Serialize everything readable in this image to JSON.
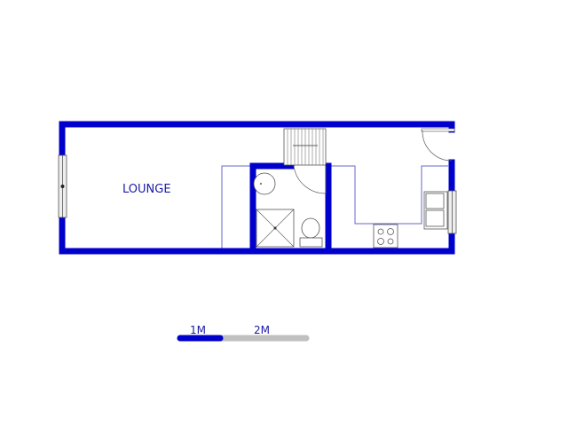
{
  "rooms": {
    "lounge": "LOUNGE"
  },
  "scale_bar": {
    "labels": [
      "1M",
      "2M"
    ],
    "colors": {
      "filled": "#0000cc",
      "empty": "#c0c0c0"
    }
  },
  "colors": {
    "wall": "#0000cc",
    "counter": "#6666cc"
  }
}
